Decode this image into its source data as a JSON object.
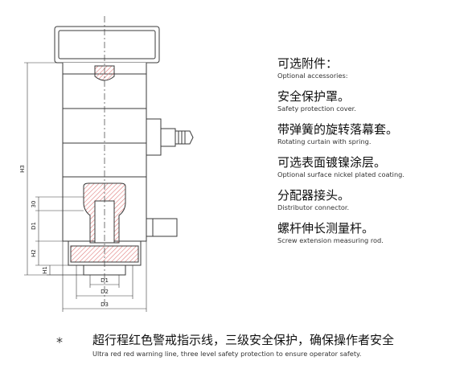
{
  "drawing": {
    "dimension_labels": {
      "h3": "H3",
      "h2": "H2",
      "h1": "H1",
      "d0": "30",
      "d1_vertical": "D1",
      "d1": "D1",
      "d2": "D2",
      "d3": "D3"
    },
    "colors": {
      "line": "#3a3a3a",
      "hatch": "#e07b7b",
      "fill": "#ffffff"
    }
  },
  "accessories": {
    "heading_zh": "可选附件：",
    "heading_en": "Optional accessories:",
    "items": [
      {
        "zh": "安全保护罩。",
        "en": "Safety protection cover."
      },
      {
        "zh": "带弹簧的旋转落幕套。",
        "en": "Rotating curtain with spring."
      },
      {
        "zh": "可选表面镀镍涂层。",
        "en": "Optional surface nickel plated coating."
      },
      {
        "zh": "分配器接头。",
        "en": "Distributor connector."
      },
      {
        "zh": "螺杆伸长测量杆。",
        "en": "Screw extension measuring rod."
      }
    ]
  },
  "footer": {
    "mark": "*",
    "zh": "超行程红色警戒指示线，三级安全保护，确保操作者安全",
    "en": "Ultra red red warning line, three level safety protection to ensure operator safety."
  }
}
